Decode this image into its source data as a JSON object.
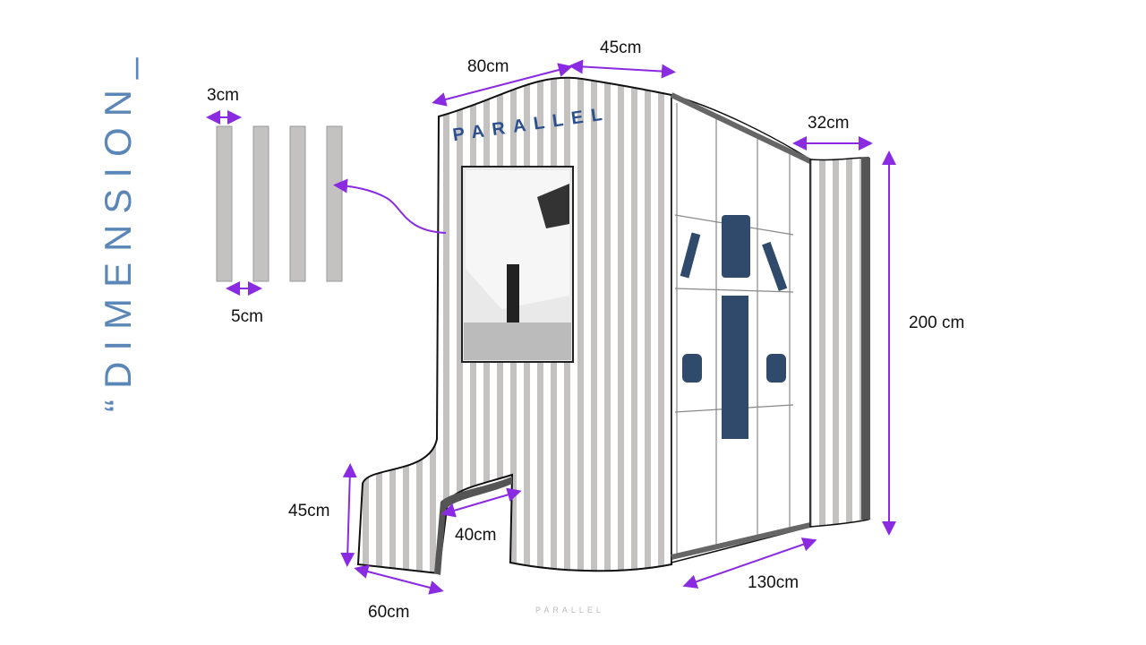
{
  "slide": {
    "title": "“DIMENSION_",
    "brand_sign": "PARALLEL",
    "footer_logo": "PARALLEL"
  },
  "dimensions": {
    "slat_width": "3cm",
    "slat_gap": "5cm",
    "top_left_wall": "80cm",
    "top_mid_wall": "45cm",
    "top_right_wall": "32cm",
    "height": "200 cm",
    "bottom_right": "130cm",
    "seat_height": "45cm",
    "seat_depth": "40cm",
    "seat_width": "60cm"
  },
  "colors": {
    "accent": "#8a2be2",
    "title": "#5b86b8",
    "brand": "#2b4f8f",
    "slat": "#bdbaba"
  }
}
